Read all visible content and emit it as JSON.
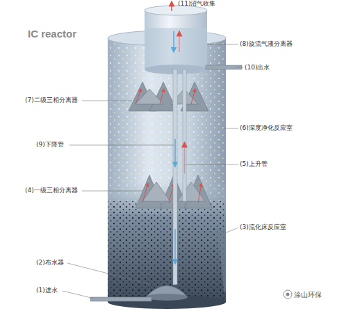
{
  "diagram": {
    "title": "IC reactor",
    "labels": [
      "(11)沼气收集",
      "(8)旋流气液分离器",
      "(10)出水",
      "(7)二级三相分离器",
      "(6)深度净化反应室",
      "(9)下降管",
      "(5)上升管",
      "(4)一级三相分离器",
      "(3)流化床反应室",
      "(2)布水器",
      "(1)进水",
      "涂山环保"
    ]
  }
}
